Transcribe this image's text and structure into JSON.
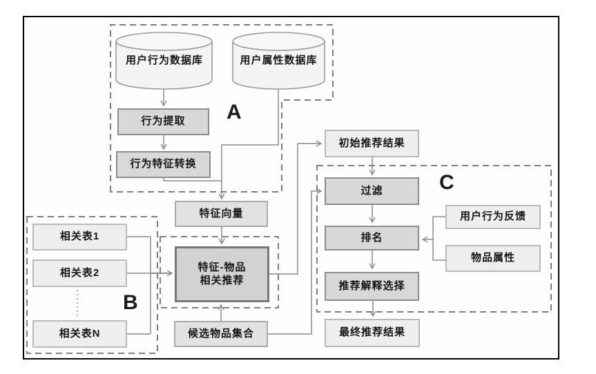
{
  "diagram_type": "flowchart",
  "group_labels": {
    "a": "A",
    "b": "B",
    "c": "C"
  },
  "nodes": {
    "user_behavior_db": {
      "label": "用户行为数据库",
      "shape": "cylinder"
    },
    "user_attribute_db": {
      "label": "用户属性数据库",
      "shape": "cylinder"
    },
    "behavior_extraction": {
      "label": "行为提取"
    },
    "behavior_feature_transform": {
      "label": "行为特征转换"
    },
    "feature_vector": {
      "label": "特征向量"
    },
    "feature_item_rec": {
      "line1": "特征-物品",
      "line2": "相关推荐"
    },
    "candidate_item_set": {
      "label": "候选物品集合"
    },
    "related_table_1": {
      "label": "相关表1"
    },
    "related_table_2": {
      "label": "相关表2"
    },
    "related_table_n": {
      "label": "相关表N"
    },
    "initial_rec_result": {
      "label": "初始推荐结果"
    },
    "filter": {
      "label": "过滤"
    },
    "ranking": {
      "label": "排名"
    },
    "rec_explanation_selection": {
      "label": "推荐解释选择"
    },
    "final_rec_result": {
      "label": "最终推荐结果"
    },
    "user_behavior_feedback": {
      "label": "用户行为反馈"
    },
    "item_attributes": {
      "label": "物品属性"
    }
  },
  "edges": [
    {
      "from": "user_behavior_db",
      "to": "behavior_extraction"
    },
    {
      "from": "behavior_extraction",
      "to": "behavior_feature_transform"
    },
    {
      "from": "behavior_feature_transform",
      "to": "feature_vector"
    },
    {
      "from": "user_attribute_db",
      "to": "feature_vector"
    },
    {
      "from": "feature_vector",
      "to": "feature_item_rec"
    },
    {
      "from": "related_table_1",
      "to": "feature_item_rec"
    },
    {
      "from": "related_table_2",
      "to": "feature_item_rec"
    },
    {
      "from": "related_table_n",
      "to": "feature_item_rec"
    },
    {
      "from": "candidate_item_set",
      "to": "feature_item_rec"
    },
    {
      "from": "feature_item_rec",
      "to": "initial_rec_result"
    },
    {
      "from": "candidate_item_set",
      "to": "filter"
    },
    {
      "from": "initial_rec_result",
      "to": "filter"
    },
    {
      "from": "filter",
      "to": "ranking"
    },
    {
      "from": "user_behavior_feedback",
      "to": "ranking"
    },
    {
      "from": "item_attributes",
      "to": "ranking"
    },
    {
      "from": "ranking",
      "to": "rec_explanation_selection"
    },
    {
      "from": "rec_explanation_selection",
      "to": "final_rec_result"
    }
  ],
  "colors": {
    "frame": "#000000",
    "connector": "#8a8a8a",
    "dashed_border": "#7d7d7d",
    "box_light_fill": "#eeeeee",
    "box_light_border": "#b9b9b9",
    "box_mid_fill": "#d8d8d8",
    "box_mid_border": "#8c8c8c",
    "box_dark_fill": "#d2d2d2",
    "box_dark_border": "#777777",
    "text": "#161616"
  }
}
